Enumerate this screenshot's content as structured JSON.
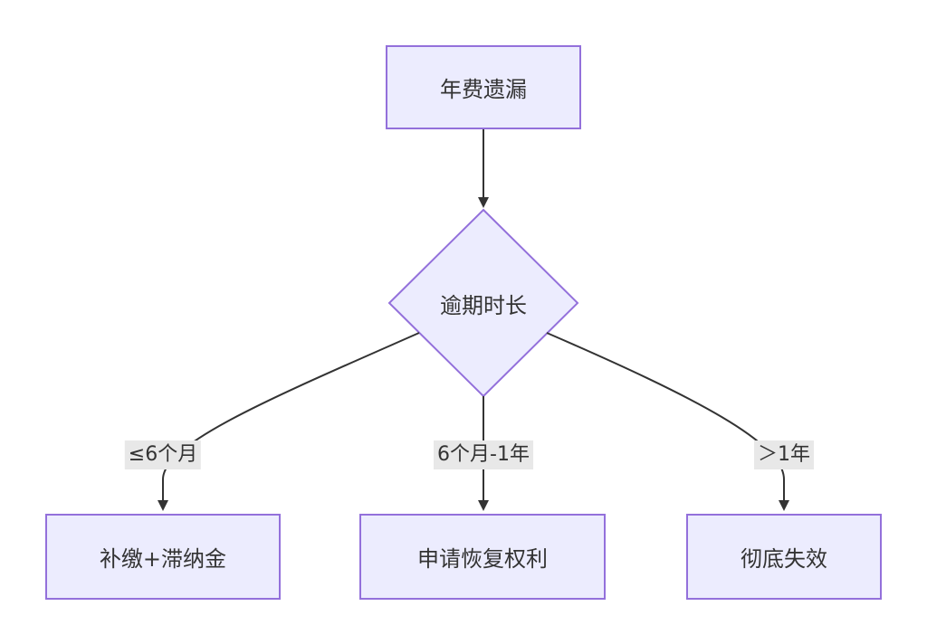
{
  "diagram": {
    "start": "年费遗漏",
    "decision": "逾期时长",
    "branches": [
      {
        "label": "≤6个月",
        "result": "补缴+滞纳金"
      },
      {
        "label": "6个月-1年",
        "result": "申请恢复权利"
      },
      {
        "label": "＞1年",
        "result": "彻底失效"
      }
    ]
  },
  "colors": {
    "node_fill": "#ececfe",
    "node_border": "#9370db",
    "edge": "#333333",
    "label_bg": "#e8e8e8"
  }
}
